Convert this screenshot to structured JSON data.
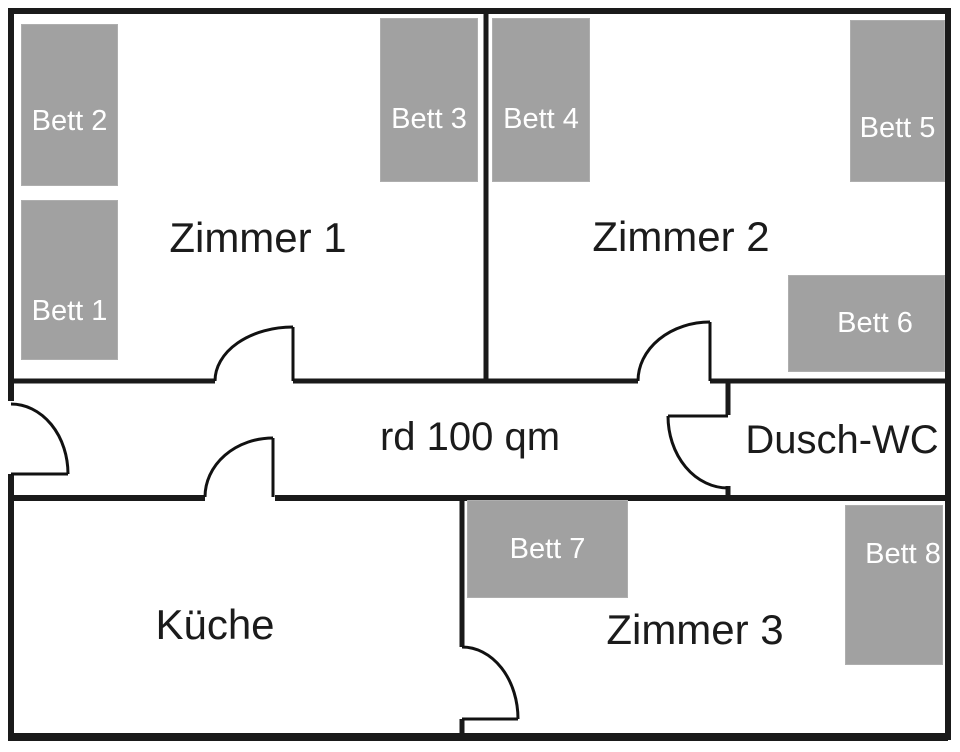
{
  "area_label": "rd 100 qm",
  "rooms": [
    {
      "id": "zimmer1",
      "label": "Zimmer 1"
    },
    {
      "id": "zimmer2",
      "label": "Zimmer 2"
    },
    {
      "id": "zimmer3",
      "label": "Zimmer 3"
    },
    {
      "id": "kueche",
      "label": "Küche"
    },
    {
      "id": "duschwc",
      "label": "Dusch-WC"
    }
  ],
  "beds": [
    {
      "id": "bett1",
      "label": "Bett 1"
    },
    {
      "id": "bett2",
      "label": "Bett 2"
    },
    {
      "id": "bett3",
      "label": "Bett 3"
    },
    {
      "id": "bett4",
      "label": "Bett 4"
    },
    {
      "id": "bett5",
      "label": "Bett 5"
    },
    {
      "id": "bett6",
      "label": "Bett 6"
    },
    {
      "id": "bett7",
      "label": "Bett 7"
    },
    {
      "id": "bett8",
      "label": "Bett 8"
    }
  ],
  "colors": {
    "wall": "#1a1a1a",
    "bed_fill": "#a1a1a1",
    "bed_label": "#ffffff",
    "room_label": "#1b1b1b",
    "background": "#ffffff"
  }
}
